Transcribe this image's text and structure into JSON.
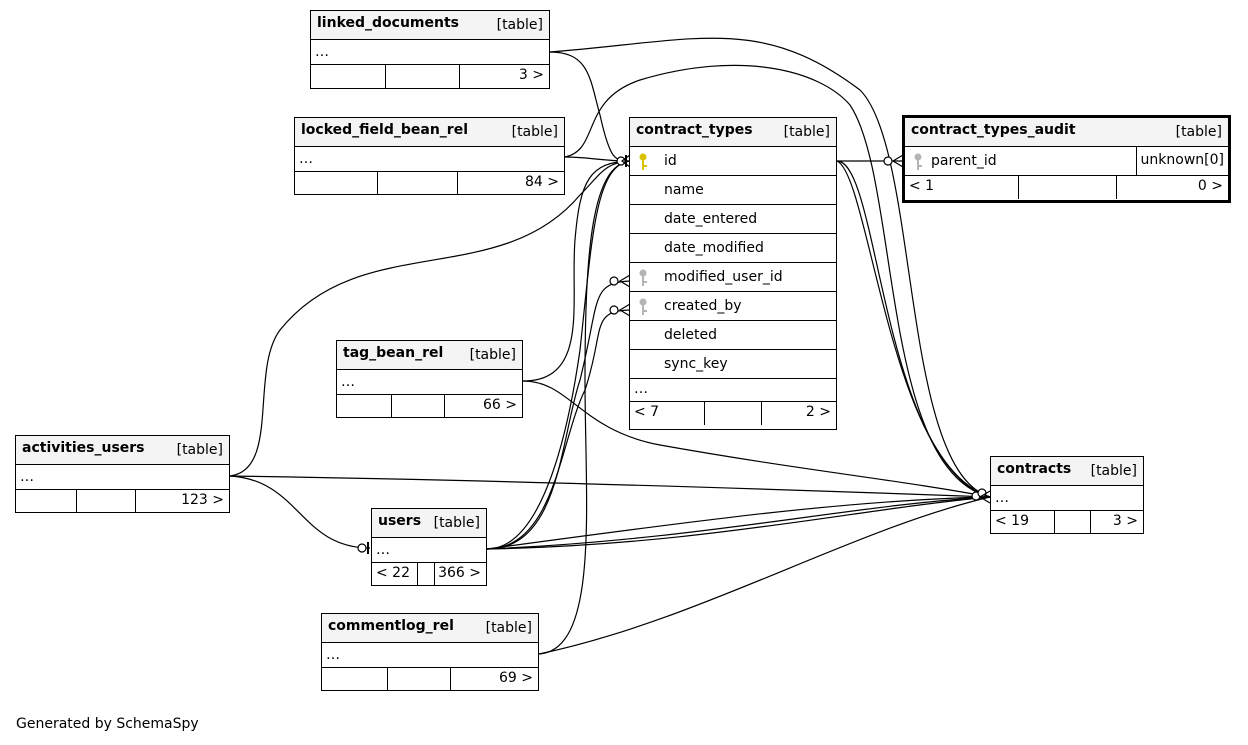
{
  "tables": {
    "linked_documents": {
      "name": "linked_documents",
      "tag": "[table]",
      "row": "…",
      "c1": "",
      "c3": "3 >"
    },
    "locked_field_bean_rel": {
      "name": "locked_field_bean_rel",
      "tag": "[table]",
      "row": "…",
      "c1": "",
      "c3": "84 >"
    },
    "contract_types": {
      "name": "contract_types",
      "tag": "[table]",
      "columns": [
        "id",
        "name",
        "date_entered",
        "date_modified",
        "modified_user_id",
        "created_by",
        "deleted",
        "sync_key"
      ],
      "more": "…",
      "c1": "< 7",
      "c3": "2 >"
    },
    "contract_types_audit": {
      "name": "contract_types_audit",
      "tag": "[table]",
      "column": "parent_id",
      "type": "unknown[0]",
      "c1": "< 1",
      "c3": "0 >"
    },
    "tag_bean_rel": {
      "name": "tag_bean_rel",
      "tag": "[table]",
      "row": "…",
      "c1": "",
      "c3": "66 >"
    },
    "activities_users": {
      "name": "activities_users",
      "tag": "[table]",
      "row": "…",
      "c1": "",
      "c3": "123 >"
    },
    "users": {
      "name": "users",
      "tag": "[table]",
      "row": "…",
      "c1": "< 22",
      "c3": "366 >"
    },
    "contracts": {
      "name": "contracts",
      "tag": "[table]",
      "row": "…",
      "c1": "< 19",
      "c3": "3 >"
    },
    "commentlog_rel": {
      "name": "commentlog_rel",
      "tag": "[table]",
      "row": "…",
      "c1": "",
      "c3": "69 >"
    }
  },
  "key_colors": {
    "primary": "#d8c200",
    "foreign": "#b5b5b5"
  },
  "credit": "Generated by SchemaSpy"
}
